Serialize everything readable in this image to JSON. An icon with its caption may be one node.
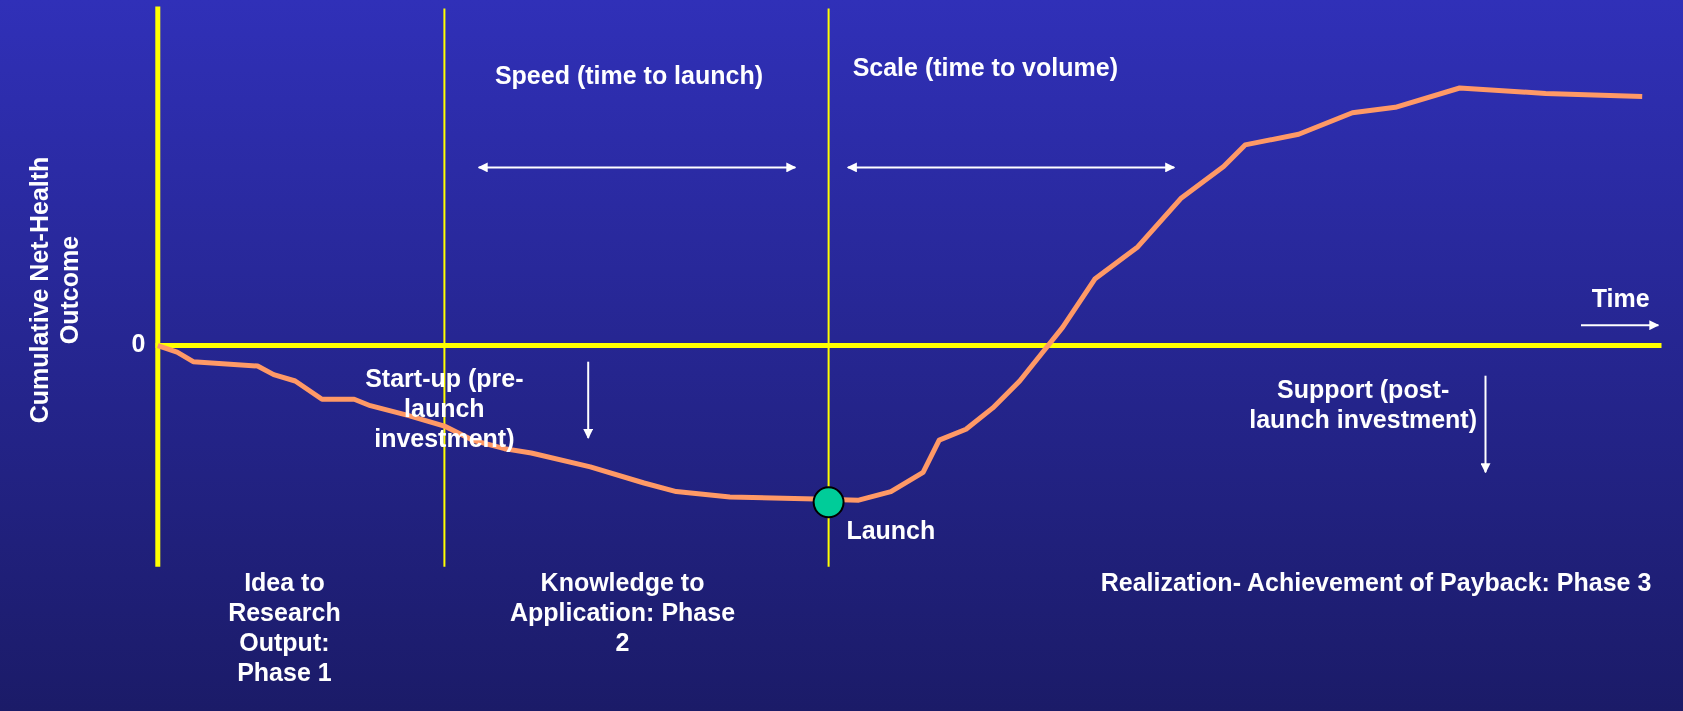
{
  "diagram": {
    "labels": [
      "Speed (time to launch)",
      "Scale (time to volume)",
      "Cumulative Net-Health Outcome",
      "Time",
      "0",
      "Start-up (pre-launch investment)",
      "Support (post-launch investment)",
      "Launch",
      "Idea to Research Output: Phase 1",
      "Knowledge to Application: Phase 2",
      "Realization- Achievement of Payback: Phase 3"
    ]
  }
}
